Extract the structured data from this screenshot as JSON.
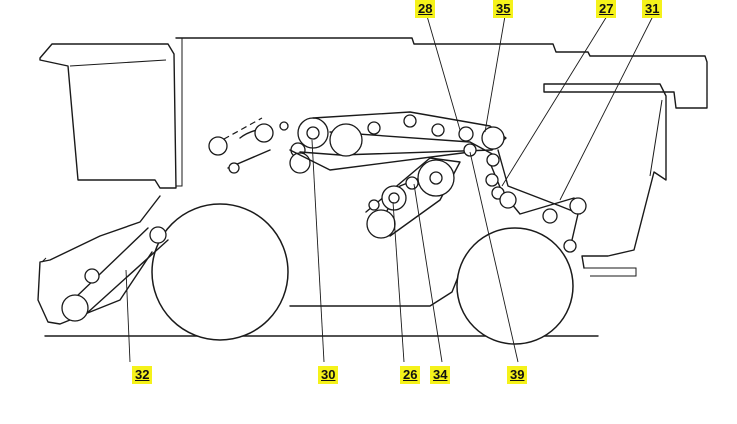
{
  "callouts": [
    {
      "label": "28"
    },
    {
      "label": "35"
    },
    {
      "label": "27"
    },
    {
      "label": "31"
    },
    {
      "label": "32"
    },
    {
      "label": "30"
    },
    {
      "label": "26"
    },
    {
      "label": "34"
    },
    {
      "label": "39"
    }
  ],
  "colors": {
    "label_highlight": "#f5f21a",
    "line": "#1a1a1a",
    "background": "#ffffff"
  }
}
